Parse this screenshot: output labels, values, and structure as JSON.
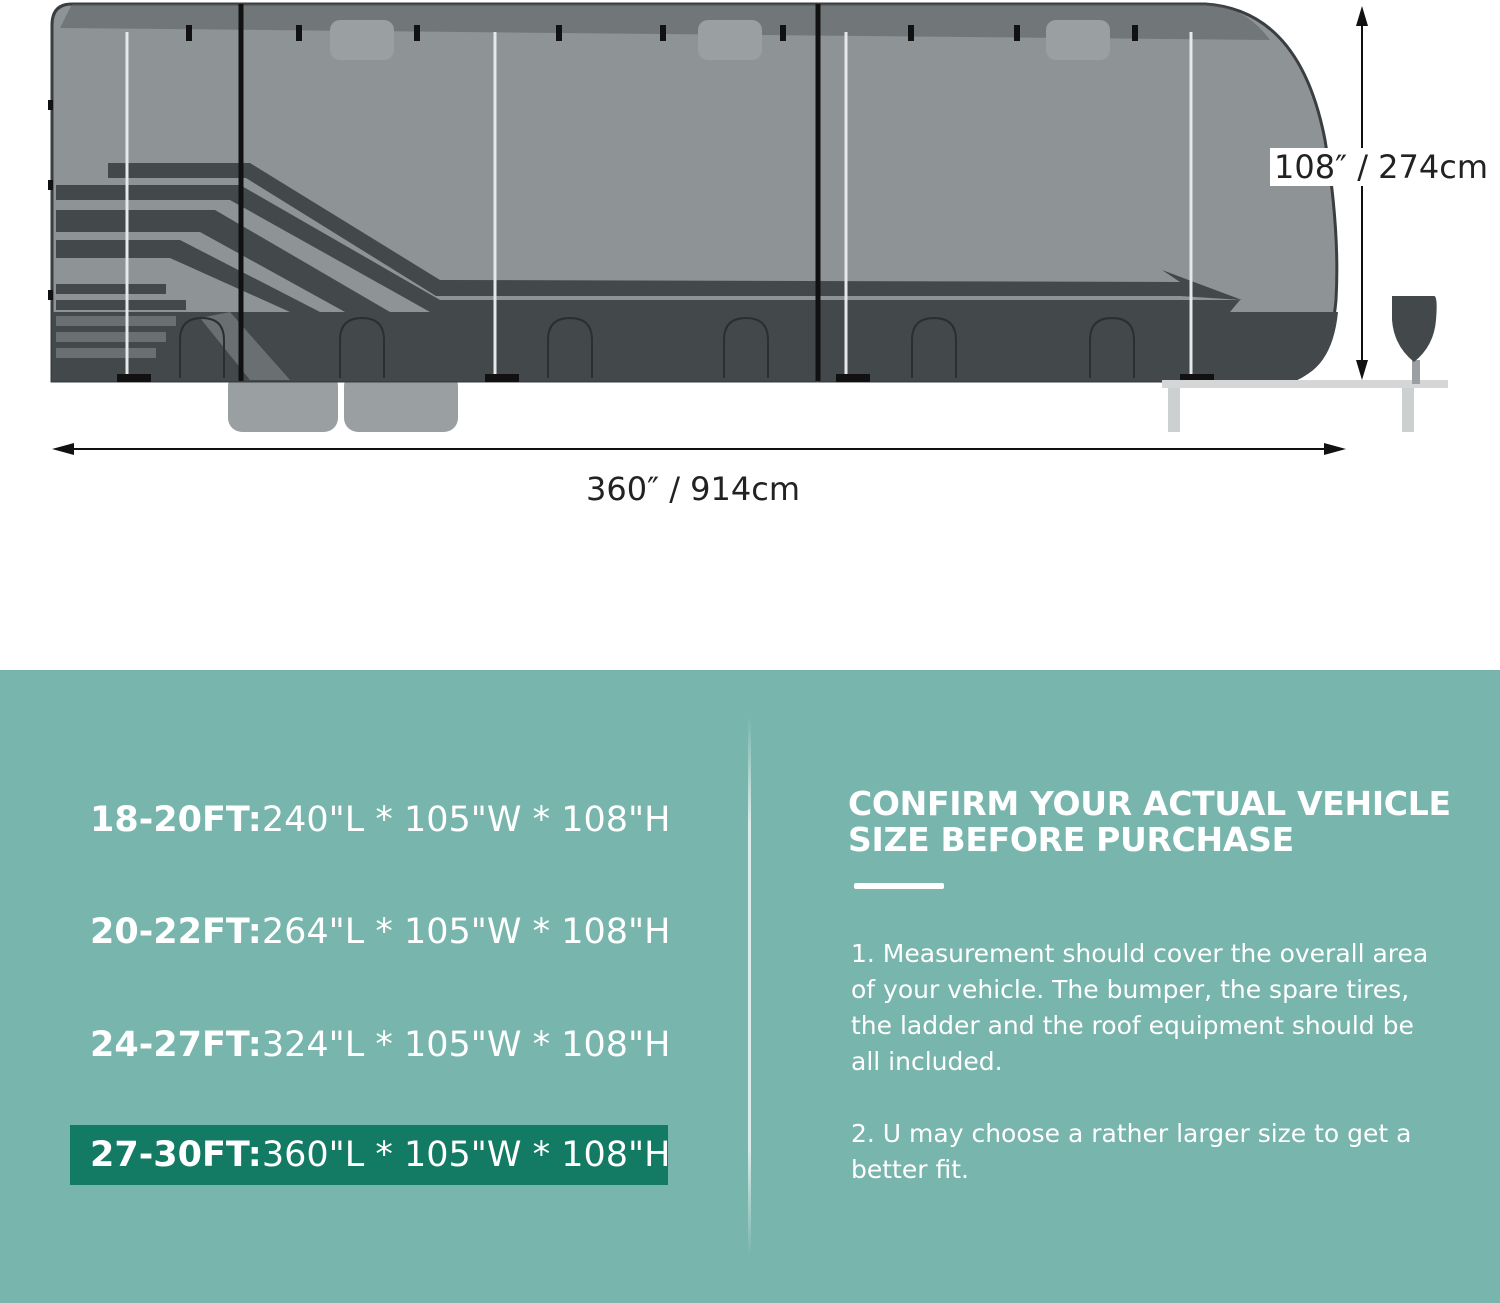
{
  "diagram": {
    "height_label": "108″ / 274cm",
    "length_label": "360″ / 914cm",
    "colors": {
      "cover_light": "#8e9396",
      "cover_dark": "#43484b",
      "strap": "#111111",
      "accent_teal": "#77b5ad",
      "selected_row": "#137a64"
    }
  },
  "sizes": [
    {
      "ft": "18-20FT:",
      "dims": "240\"L * 105\"W * 108\"H",
      "selected": false
    },
    {
      "ft": "20-22FT:",
      "dims": "264\"L * 105\"W * 108\"H",
      "selected": false
    },
    {
      "ft": "24-27FT:",
      "dims": "324\"L * 105\"W * 108\"H",
      "selected": false
    },
    {
      "ft": "27-30FT:",
      "dims": "360\"L * 105\"W * 108\"H",
      "selected": true
    }
  ],
  "confirm": {
    "title_line1": "CONFIRM YOUR ACTUAL VEHICLE",
    "title_line2": "SIZE BEFORE PURCHASE",
    "note1": "1. Measurement should cover the overall area of your vehicle. The bumper, the spare tires, the ladder and the roof equipment should be all included.",
    "note2": "2. U may choose a  rather larger size to get a better fit."
  }
}
